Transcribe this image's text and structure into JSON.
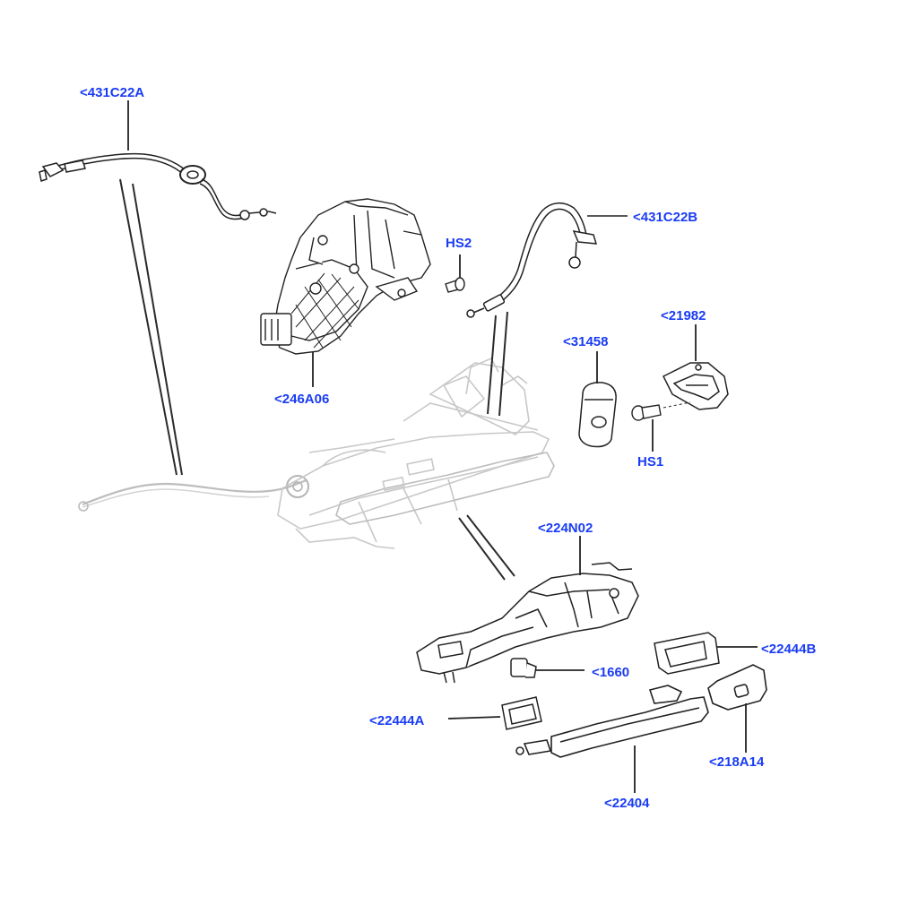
{
  "diagram": {
    "label_color": "#1a3cf5",
    "line_color": "#222222",
    "ghost_color": "#c9c9c9",
    "callouts": {
      "c431C22A": "<431C22A",
      "c431C22B": "<431C22B",
      "cHS2": "HS2",
      "cHS1": "HS1",
      "c246A06": "<246A06",
      "c31458": "<31458",
      "c21982": "<21982",
      "c224N02": "<224N02",
      "c22444B": "<22444B",
      "c1660": "<1660",
      "c22444A": "<22444A",
      "c218A14": "<218A14",
      "c22404": "<22404"
    }
  }
}
